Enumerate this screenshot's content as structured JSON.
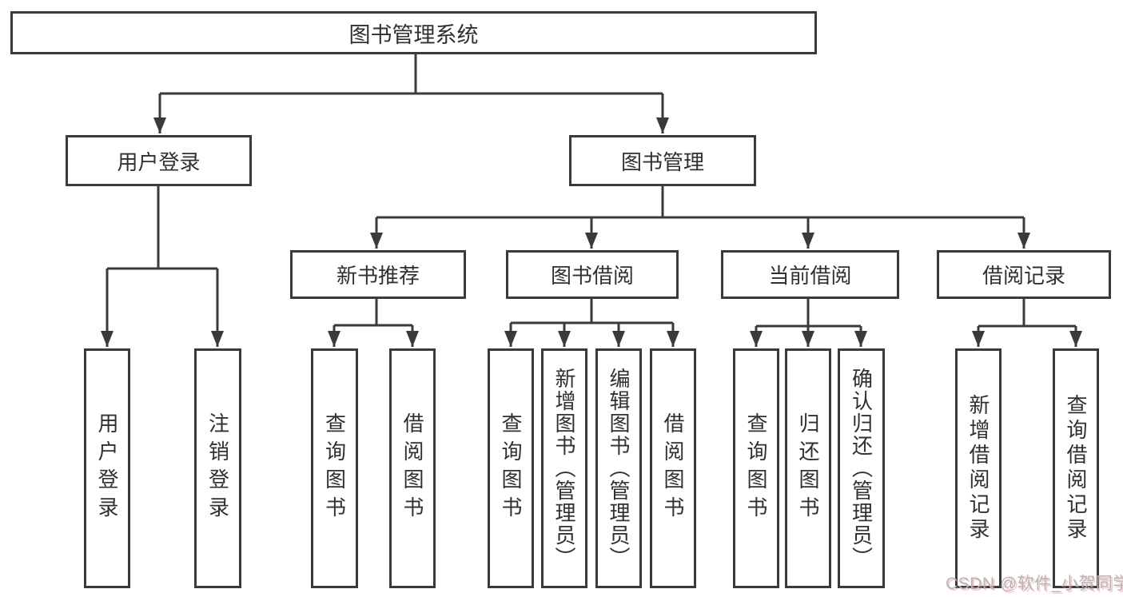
{
  "diagram": {
    "title": "图书管理系统",
    "root": {
      "label": "图书管理系统"
    },
    "branches": [
      {
        "label": "用户登录",
        "children": [
          "用户登录",
          "注销登录"
        ]
      },
      {
        "label": "图书管理",
        "children": [
          {
            "label": "新书推荐",
            "children": [
              "查询图书",
              "借阅图书"
            ]
          },
          {
            "label": "图书借阅",
            "children": [
              "查询图书",
              "新增图书（管理员）",
              "编辑图书（管理员）",
              "借阅图书"
            ]
          },
          {
            "label": "当前借阅",
            "children": [
              "查询图书",
              "归还图书",
              "确认归还（管理员）"
            ]
          },
          {
            "label": "借阅记录",
            "children": [
              "新增借阅记录",
              "查询借阅记录"
            ]
          }
        ]
      }
    ]
  },
  "watermark": {
    "text": "CSDN @软件_小贺同学"
  },
  "colors": {
    "line": "#3a3a3a",
    "text": "#303030",
    "background": "#ffffff",
    "watermark": "#b4b4b4",
    "watermark_accent": "#f08a8a"
  }
}
